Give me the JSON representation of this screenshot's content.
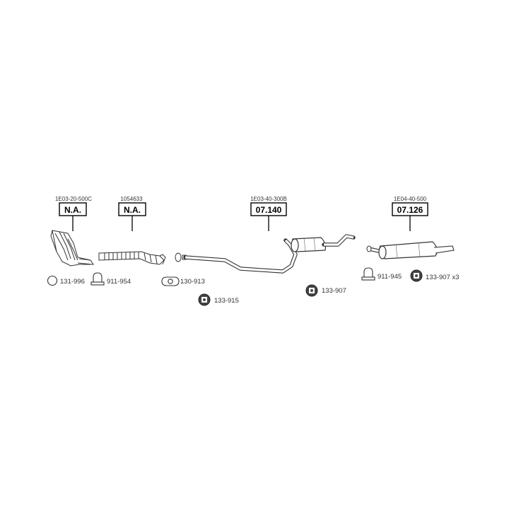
{
  "groups": [
    {
      "ref": "1E03-20-500C",
      "label": "N.A."
    },
    {
      "ref": "1054633",
      "label": "N.A."
    },
    {
      "ref": "1E03-40-300B",
      "label": "07.140"
    },
    {
      "ref": "1E04-40-500",
      "label": "07.126"
    }
  ],
  "fittings": [
    {
      "part": "131-996",
      "icon": "ring-gasket-icon"
    },
    {
      "part": "911-954",
      "icon": "clamp-icon"
    },
    {
      "part": "130-913",
      "icon": "flange-gasket-icon"
    },
    {
      "part": "133-915",
      "icon": "rubber-mount-icon"
    },
    {
      "part": "133-907",
      "icon": "rubber-mount-icon"
    },
    {
      "part": "911-945",
      "icon": "clamp-icon"
    },
    {
      "part": "133-907 x3",
      "icon": "rubber-mount-icon"
    }
  ]
}
